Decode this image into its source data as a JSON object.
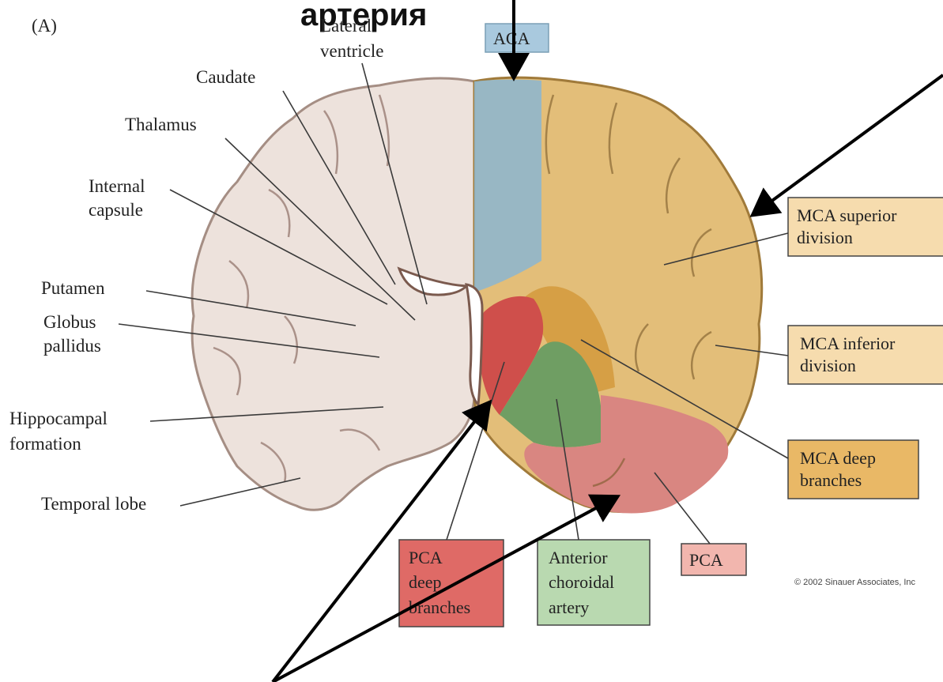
{
  "panel_letter": "(A)",
  "heading": "артерия",
  "copyright": "© 2002 Sinauer Associates, Inc",
  "labels": {
    "lateral_ventricle": [
      "Lateral",
      "ventricle"
    ],
    "caudate": "Caudate",
    "thalamus": "Thalamus",
    "internal_capsule": [
      "Internal",
      "capsule"
    ],
    "putamen": "Putamen",
    "globus_pallidus": [
      "Globus",
      "pallidus"
    ],
    "hippocampal_formation": [
      "Hippocampal",
      "formation"
    ],
    "temporal_lobe": "Temporal lobe"
  },
  "boxes": {
    "aca": {
      "lines": [
        "ACA"
      ],
      "color": "#a9c9de"
    },
    "mca_superior": {
      "lines": [
        "MCA superior",
        "division"
      ],
      "color": "#f6dcae"
    },
    "mca_inferior": {
      "lines": [
        "MCA inferior",
        "division"
      ],
      "color": "#f6dcae"
    },
    "mca_deep": {
      "lines": [
        "MCA deep",
        "branches"
      ],
      "color": "#e9b866"
    },
    "pca_deep": {
      "lines": [
        "PCA",
        "deep",
        "branches"
      ],
      "color": "#df6a66"
    },
    "anterior_choroidal": {
      "lines": [
        "Anterior",
        "choroidal",
        "artery"
      ],
      "color": "#b9d9b0"
    },
    "pca": {
      "lines": [
        "PCA"
      ],
      "color": "#f2b6ae"
    }
  },
  "colors": {
    "tissue": "#ede2dc",
    "tissue_outline": "#a58e84",
    "aca_territory": "#8fb6cc",
    "mca_territory": "#e3be79",
    "mca_deep_territory": "#d49a3c",
    "pca_deep_territory": "#cf4f4b",
    "anterior_choroidal_territory": "#6f9e63",
    "pca_territory": "#d98681"
  }
}
